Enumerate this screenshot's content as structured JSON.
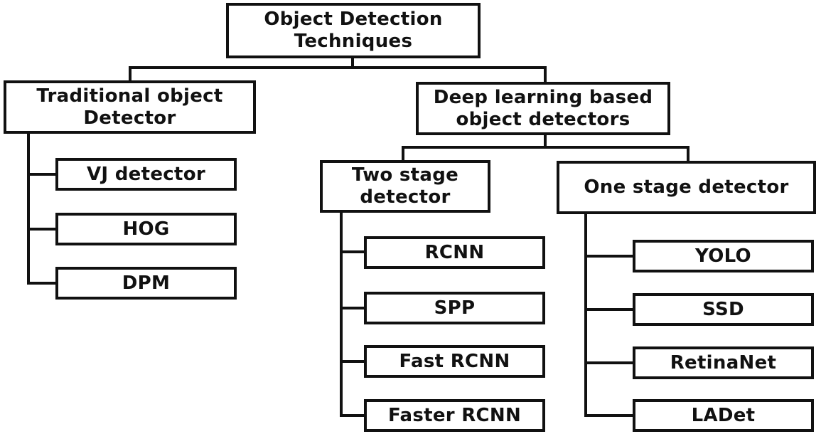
{
  "diagram": {
    "root": {
      "label": "Object Detection\nTechniques"
    },
    "traditional": {
      "label": "Traditional object\nDetector",
      "items": [
        "VJ detector",
        "HOG",
        "DPM"
      ]
    },
    "deep_learning": {
      "label": "Deep learning based\nobject detectors"
    },
    "two_stage": {
      "label": "Two stage\ndetector",
      "items": [
        "RCNN",
        "SPP",
        "Fast RCNN",
        "Faster RCNN"
      ]
    },
    "one_stage": {
      "label": "One stage detector",
      "items": [
        "YOLO",
        "SSD",
        "RetinaNet",
        "LADet"
      ]
    }
  }
}
